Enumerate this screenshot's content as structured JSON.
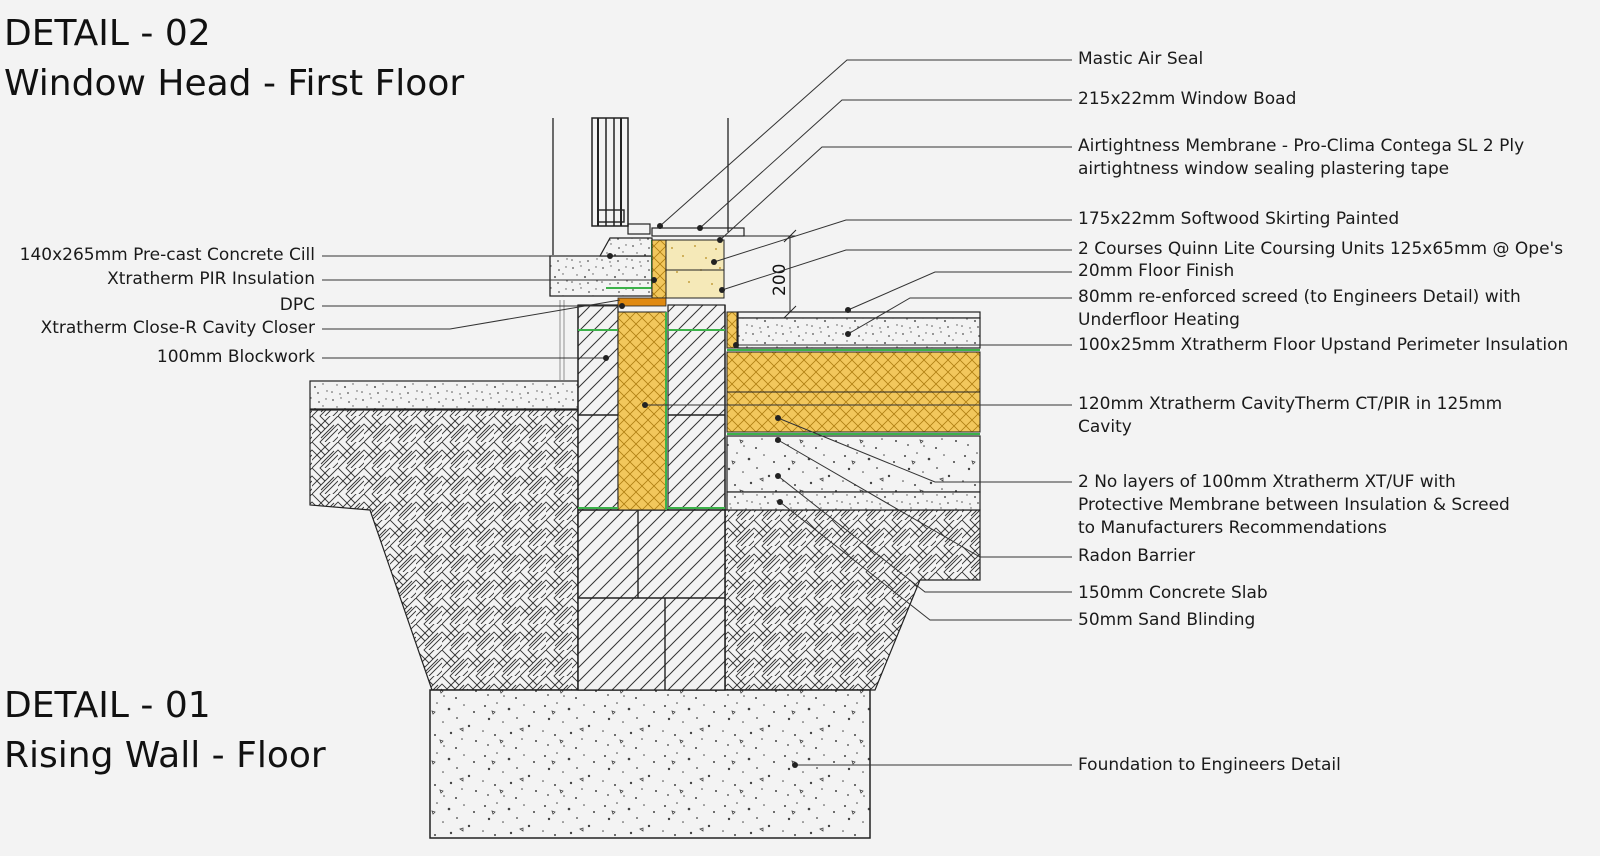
{
  "titles": {
    "detail_02": "DETAIL - 02",
    "detail_02_name": "Window Head - First Floor",
    "detail_01": "DETAIL - 01",
    "detail_01_name": "Rising Wall - Floor"
  },
  "dimension_label": "200",
  "left_labels": [
    "140x265mm Pre-cast Concrete Cill",
    "Xtratherm PIR Insulation",
    "DPC",
    "Xtratherm Close-R Cavity Closer",
    "100mm Blockwork"
  ],
  "right_labels": [
    [
      "Mastic Air Seal"
    ],
    [
      "215x22mm Window Boad"
    ],
    [
      "Airtightness Membrane - Pro-Clima Contega SL 2 Ply",
      "airtightness window sealing plastering tape"
    ],
    [
      "175x22mm Softwood Skirting Painted"
    ],
    [
      "2 Courses Quinn Lite Coursing Units 125x65mm @ Ope's"
    ],
    [
      "20mm Floor Finish"
    ],
    [
      "80mm re-enforced screed (to Engineers Detail) with",
      "Underfloor Heating"
    ],
    [
      "100x25mm Xtratherm Floor Upstand Perimeter Insulation"
    ],
    [
      "120mm Xtratherm CavityTherm CT/PIR in 125mm",
      "Cavity"
    ],
    [
      "2 No layers of 100mm Xtratherm XT/UF with",
      "Protective Membrane between Insulation & Screed",
      "to Manufacturers Recommendations"
    ],
    [
      "Radon Barrier"
    ],
    [
      "150mm Concrete Slab"
    ],
    [
      "50mm Sand Blinding"
    ],
    [
      "Foundation to Engineers Detail"
    ]
  ],
  "colors": {
    "background": "#f3f3f3",
    "line": "#222222",
    "insulation": "#f2c75c",
    "membrane": "#3cb24a",
    "dpc": "#e08a12",
    "concrete_speckle": "#444444"
  }
}
